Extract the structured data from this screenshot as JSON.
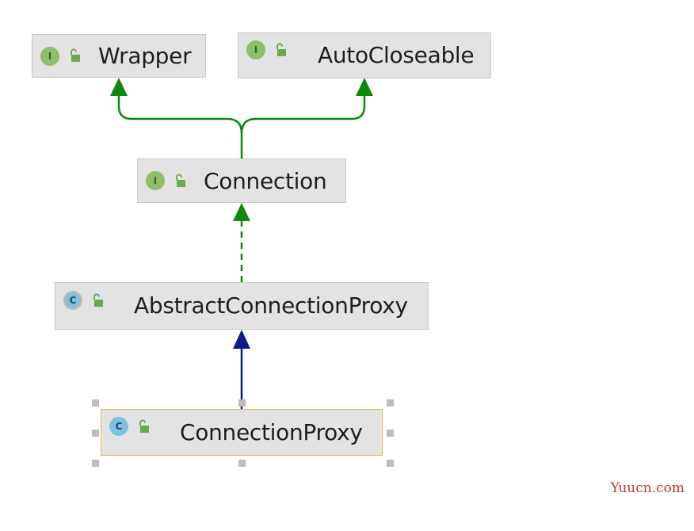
{
  "diagram": {
    "nodes": [
      {
        "id": "wrapper",
        "label": "Wrapper",
        "kind": "interface",
        "icon_letter": "I"
      },
      {
        "id": "autocloseable",
        "label": "AutoCloseable",
        "kind": "interface",
        "icon_letter": "I"
      },
      {
        "id": "connection",
        "label": "Connection",
        "kind": "interface",
        "icon_letter": "I"
      },
      {
        "id": "abstractconnectionproxy",
        "label": "AbstractConnectionProxy",
        "kind": "abstract-class",
        "icon_letter": "C"
      },
      {
        "id": "connectionproxy",
        "label": "ConnectionProxy",
        "kind": "class",
        "icon_letter": "C",
        "selected": true
      }
    ],
    "edges": [
      {
        "from": "connection",
        "to": "wrapper",
        "type": "extends-interface"
      },
      {
        "from": "connection",
        "to": "autocloseable",
        "type": "extends-interface"
      },
      {
        "from": "abstractconnectionproxy",
        "to": "connection",
        "type": "implements"
      },
      {
        "from": "connectionproxy",
        "to": "abstractconnectionproxy",
        "type": "extends-class"
      }
    ],
    "colors": {
      "interface_edge": "#0a8a0a",
      "class_edge": "#0d1a8c",
      "node_fill": "#e3e3e3",
      "selection_border": "#e8b84d"
    }
  },
  "watermark": "Yuucn.com"
}
